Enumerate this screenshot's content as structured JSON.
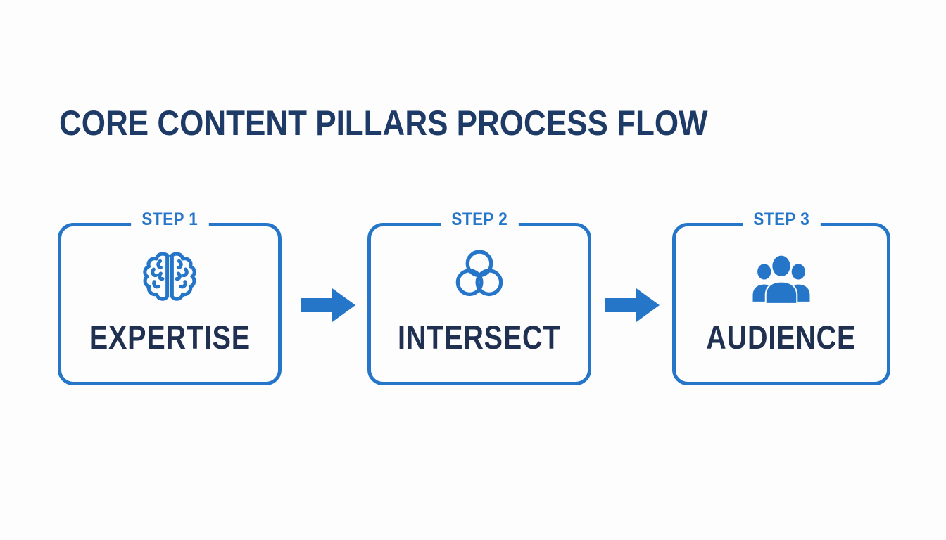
{
  "page": {
    "background": "#fdfdfd"
  },
  "colors": {
    "accent": "#2575c9",
    "navy_title": "#1e3a66",
    "navy_word": "#203051"
  },
  "title": {
    "text": "CORE CONTENT PILLARS PROCESS FLOW"
  },
  "steps": [
    {
      "step_label": "STEP 1",
      "name": "EXPERTISE",
      "icon": "brain-icon"
    },
    {
      "step_label": "STEP 2",
      "name": "INTERSECT",
      "icon": "venn-circles-icon"
    },
    {
      "step_label": "STEP 3",
      "name": "AUDIENCE",
      "icon": "audience-people-icon"
    }
  ],
  "connectors": [
    {
      "icon": "arrow-right-icon"
    },
    {
      "icon": "arrow-right-icon"
    }
  ]
}
